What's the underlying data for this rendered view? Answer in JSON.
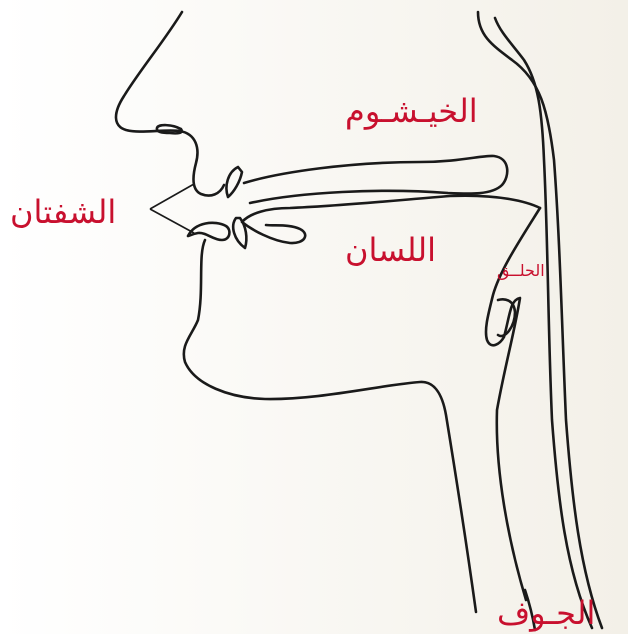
{
  "labels": {
    "khayshum": "الخيـشـوم",
    "shafatan": "الشفتان",
    "lisan": "اللسان",
    "halq": "الحلــق",
    "jawf": "الجـوف"
  },
  "colors": {
    "label": "#c8102e",
    "line": "#1a1a1a"
  }
}
